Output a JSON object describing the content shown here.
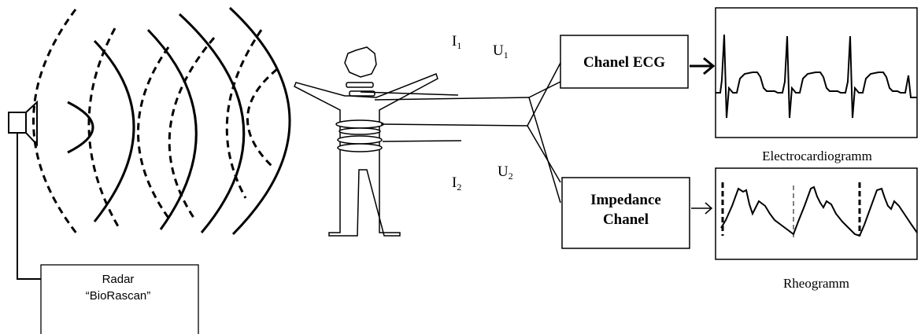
{
  "radar": {
    "title": "Radar",
    "name": "“BioRascan”"
  },
  "currents": {
    "i1": "I",
    "i1_sub": "1",
    "i2": "I",
    "i2_sub": "2"
  },
  "voltages": {
    "u1": "U",
    "u1_sub": "1",
    "u2": "U",
    "u2_sub": "2"
  },
  "channels": {
    "ecg": "Chanel ECG",
    "impedance_line1": "Impedance",
    "impedance_line2": "Chanel"
  },
  "outputs": {
    "ecg_label": "Electrocardiogramm",
    "rheo_label": "Rheogramm"
  },
  "icons": [
    "speaker-icon",
    "human-figure-icon"
  ],
  "colors": {
    "line": "#000000",
    "background": "#ffffff"
  }
}
